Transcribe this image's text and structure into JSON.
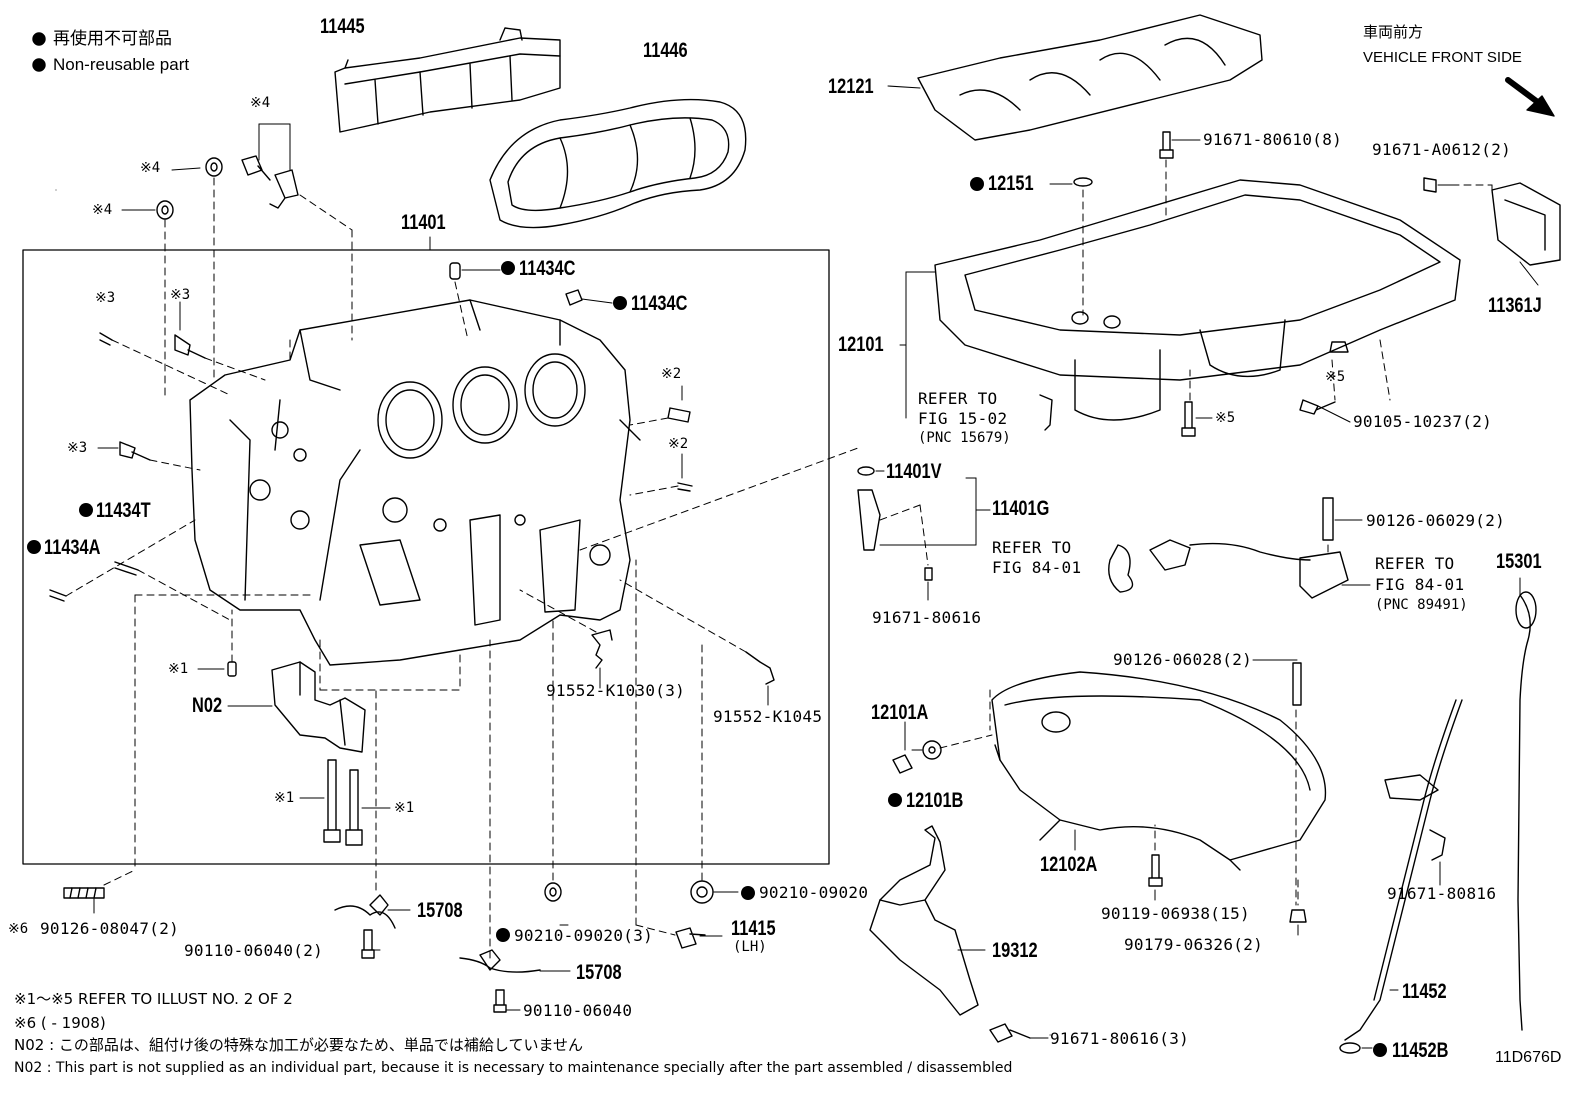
{
  "legend": {
    "jp": "再使用不可部品",
    "en": "Non-reusable part"
  },
  "orientation": {
    "jp": "車両前方",
    "en": "VEHICLE FRONT SIDE"
  },
  "parts": {
    "p11445": "11445",
    "p11446": "11446",
    "p11401": "11401",
    "p11434c_1": "11434C",
    "p11434c_2": "11434C",
    "p11434t": "11434T",
    "p11434a": "11434A",
    "n02": "N02",
    "p12121": "12121",
    "p91671_80610": "91671-80610(8)",
    "p12151": "12151",
    "p91671_a0612": "91671-A0612(2)",
    "p11361j": "11361J",
    "p12101": "12101",
    "p90105_10237": "90105-10237(2)",
    "p11401v": "11401V",
    "p11401g": "11401G",
    "p91671_80616": "91671-80616",
    "p90126_06029": "90126-06029(2)",
    "p15301": "15301",
    "p91552_k1030": "91552-K1030(3)",
    "p91552_k1045": "91552-K1045",
    "p12101a": "12101A",
    "p12101b": "12101B",
    "p90126_06028": "90126-06028(2)",
    "p12102a": "12102A",
    "p90210_09020a": "90210-09020",
    "p90210_09020b": "90210-09020(3)",
    "p11415": "11415",
    "p11415_side": "(LH)",
    "p15708_1": "15708",
    "p15708_2": "15708",
    "p90110_06040_2": "90110-06040(2)",
    "p90110_06040": "90110-06040",
    "p90126_08047": "90126-08047(2)",
    "p19312": "19312",
    "p90119_06938": "90119-06938(15)",
    "p90179_06326": "90179-06326(2)",
    "p91671_80816": "91671-80816",
    "p11452": "11452",
    "p11452b": "11452B",
    "p91671_80616_3": "91671-80616(3)"
  },
  "refs": {
    "fig1502_a": "REFER TO",
    "fig1502_b": "FIG 15-02",
    "fig1502_c": "(PNC 15679)",
    "fig8401a_a": "REFER TO",
    "fig8401a_b": "FIG 84-01",
    "fig8401b_a": "REFER TO",
    "fig8401b_b": "FIG 84-01",
    "fig8401b_c": "(PNC 89491)"
  },
  "marks": {
    "m4a": "※4",
    "m4b": "※4",
    "m4c": "※4",
    "m3a": "※3",
    "m3b": "※3",
    "m3c": "※3",
    "m2a": "※2",
    "m2b": "※2",
    "m5a": "※5",
    "m5b": "※5",
    "m1a": "※1",
    "m1b": "※1",
    "m1c": "※1",
    "m6": "※6"
  },
  "notes": {
    "line1": "※1～※5 REFER TO ILLUST NO. 2 OF 2",
    "line2": "※6 (        - 1908)",
    "line3": "N02 : この部品は、組付け後の特殊な加工が必要なため、単品では補給していません",
    "line4": "N02 : This part is not supplied as an individual part, because it is necessary to maintenance specially after the part assembled / disassembled"
  },
  "illustration_id": "11D676D"
}
